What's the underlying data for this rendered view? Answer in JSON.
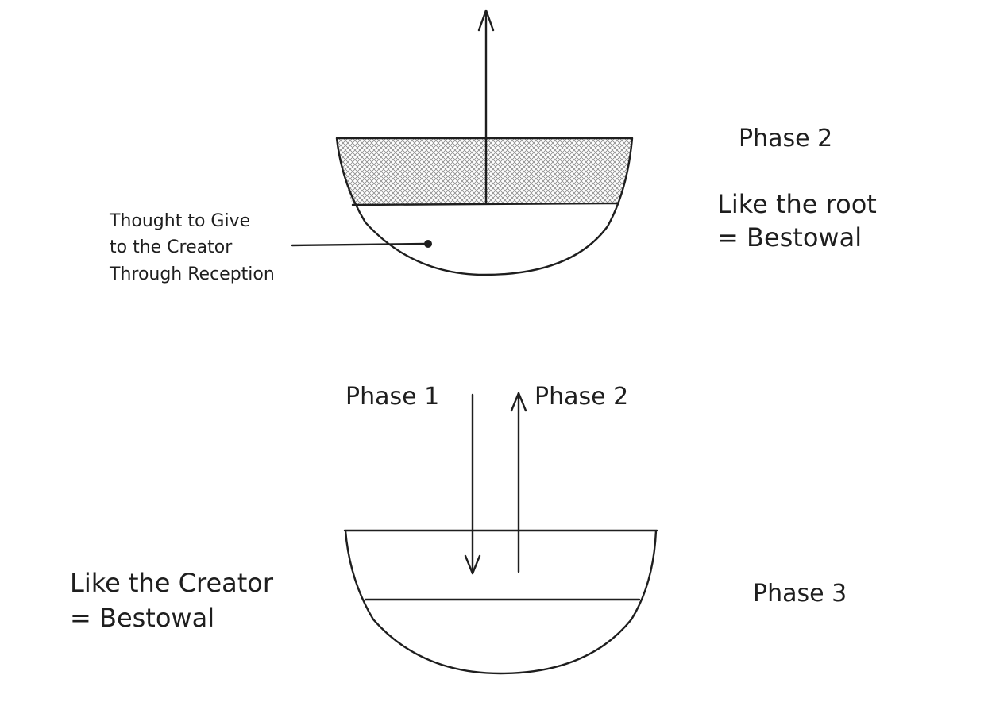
{
  "colors": {
    "ink": "#1e1e1e",
    "hatch": "#8a8a8a",
    "background": "#ffffff"
  },
  "top": {
    "phase_label": "Phase 2",
    "side_lines": [
      "Like the root",
      "= Bestowal"
    ],
    "annotation_lines": [
      "Thought to Give",
      "to the Creator",
      "Through Reception"
    ]
  },
  "bottom": {
    "down_arrow_label": "Phase 1",
    "up_arrow_label": "Phase 2",
    "phase_label": "Phase 3",
    "side_lines": [
      "Like the Creator",
      "= Bestowal"
    ]
  }
}
